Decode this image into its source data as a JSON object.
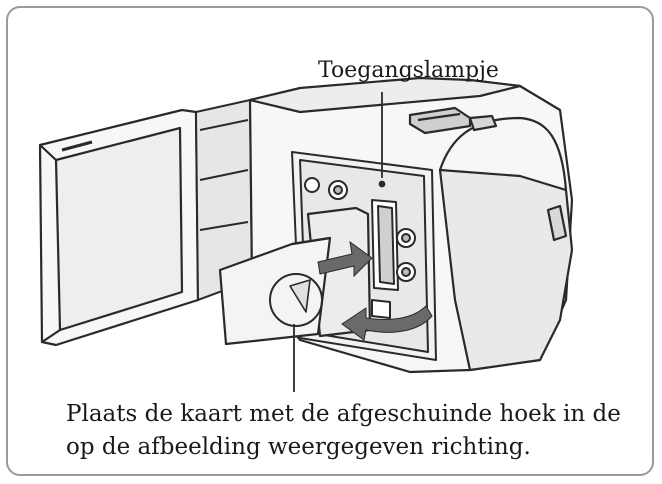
{
  "figure": {
    "callout_label": "Toegangslampje",
    "caption_line1": "Plaats de kaart met de afgeschuinde hoek in de",
    "caption_line2": "op de afbeelding weergegeven richting."
  },
  "colors": {
    "line": "#2a2a2a",
    "fill_light": "#f7f7f7",
    "fill_mid": "#e6e6e6",
    "fill_dark": "#cfcfcf",
    "arrow": "#6a6a6a",
    "frame": "#9a9a9a"
  }
}
